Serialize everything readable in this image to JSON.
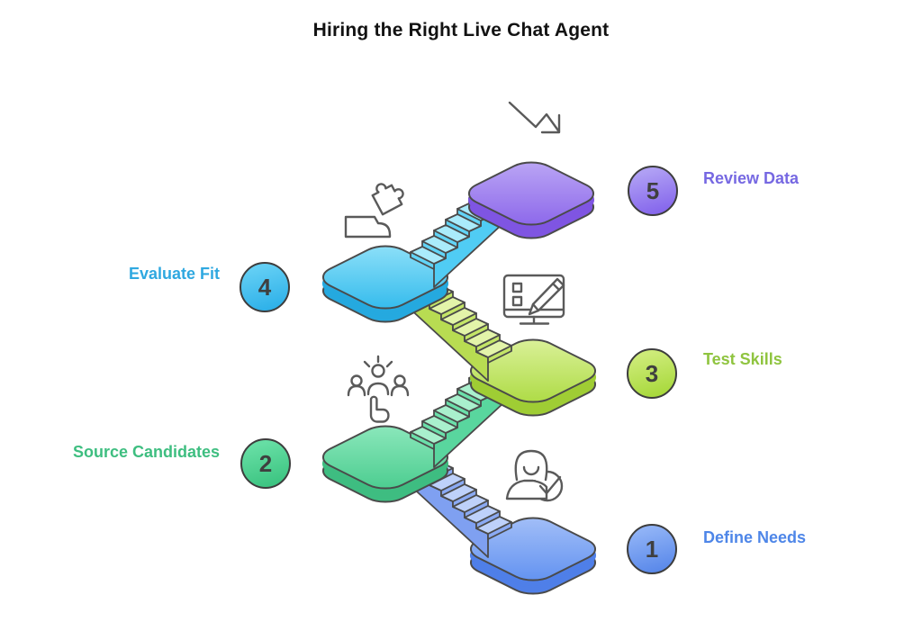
{
  "title": "Hiring the Right Live Chat Agent",
  "outline_color": "#4a4a4a",
  "icon_color": "#5a5a5a",
  "steps": [
    {
      "number": "1",
      "label": "Define Needs",
      "side": "right",
      "label_color": "#4e86e8",
      "circle_colors": [
        "#8fb2f6",
        "#5a89ea"
      ],
      "platform_colors": {
        "light": "#a6c1f8",
        "base": "#5f90f0",
        "side": "#4f7fe8"
      },
      "stair_colors": {
        "tread": "#bed1fa",
        "riser": "#8baaf3",
        "band": "#7fa0f1"
      },
      "icon": "person-check-icon"
    },
    {
      "number": "2",
      "label": "Source Candidates",
      "side": "left",
      "label_color": "#3ebe80",
      "circle_colors": [
        "#66dea4",
        "#3cc481"
      ],
      "platform_colors": {
        "light": "#8fe9be",
        "base": "#48cb8d",
        "side": "#3ebd81"
      },
      "stair_colors": {
        "tread": "#a9f0cd",
        "riser": "#6bdfaa",
        "band": "#59d69e"
      },
      "icon": "people-select-icon"
    },
    {
      "number": "3",
      "label": "Test Skills",
      "side": "right",
      "label_color": "#8fc43f",
      "circle_colors": [
        "#cdeb78",
        "#a8d93c"
      ],
      "platform_colors": {
        "light": "#ddf29e",
        "base": "#abda40",
        "side": "#9fcd34"
      },
      "stair_colors": {
        "tread": "#e3f4a9",
        "riser": "#c4e567",
        "band": "#b8dc52"
      },
      "icon": "monitor-pencil-icon"
    },
    {
      "number": "4",
      "label": "Evaluate Fit",
      "side": "left",
      "label_color": "#2fa8e0",
      "circle_colors": [
        "#62cef4",
        "#2eb1e9"
      ],
      "platform_colors": {
        "light": "#92e2f9",
        "base": "#2fb9ec",
        "side": "#25a9df"
      },
      "stair_colors": {
        "tread": "#aaebfb",
        "riser": "#62d4f6",
        "band": "#50ccf4"
      },
      "icon": "puzzle-fit-icon"
    },
    {
      "number": "5",
      "label": "Review Data",
      "side": "right",
      "label_color": "#7668e2",
      "circle_colors": [
        "#af9ff4",
        "#8566ec"
      ],
      "platform_colors": {
        "light": "#bda9f5",
        "base": "#8a64ea",
        "side": "#7f55e2"
      },
      "stair_colors": null,
      "icon": "trend-down-arrow-icon"
    }
  ]
}
